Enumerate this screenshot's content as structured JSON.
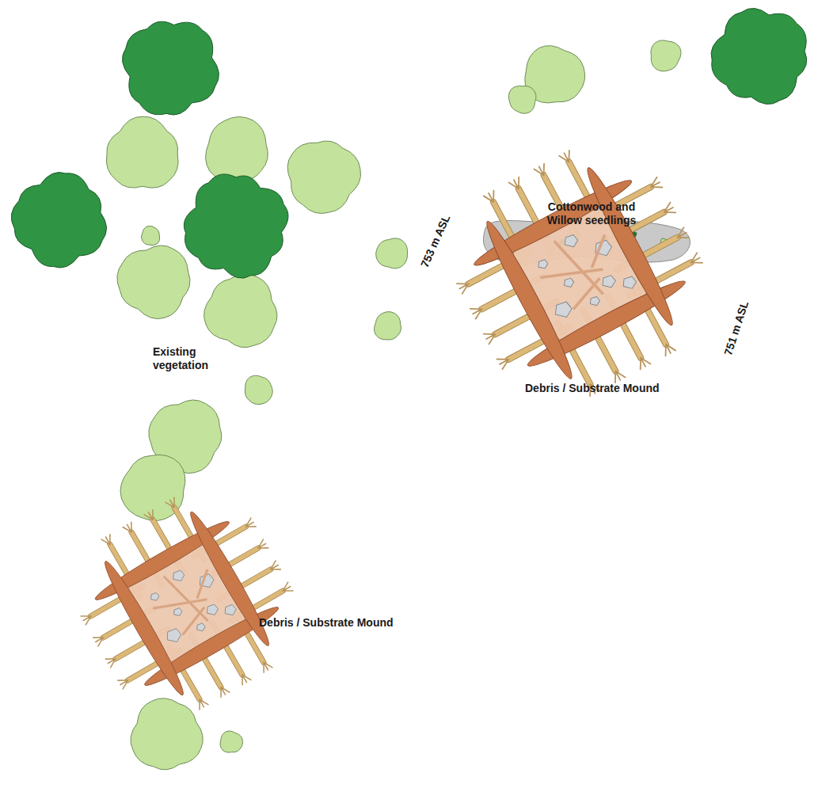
{
  "diagram": {
    "labels": [
      "Cottonwood and Willow seedlings",
      "753 m ASL",
      "Existing vegetation",
      "Debris / Substrate Mound",
      "751 m ASL",
      "Debris / Substrate Mound"
    ]
  }
}
